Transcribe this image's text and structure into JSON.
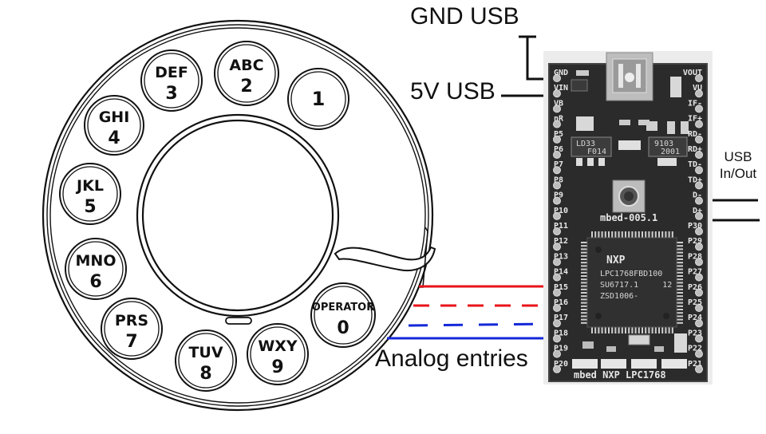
{
  "labels": {
    "gnd_usb": "GND USB",
    "v5_usb": "5V USB",
    "usb_inout": "USB\nIn/Out",
    "usb_line1": "USB",
    "usb_line2": "In/Out",
    "analog_entries": "Analog entries"
  },
  "dial": {
    "holes": [
      {
        "letters": "",
        "number": "1"
      },
      {
        "letters": "ABC",
        "number": "2"
      },
      {
        "letters": "DEF",
        "number": "3"
      },
      {
        "letters": "GHI",
        "number": "4"
      },
      {
        "letters": "JKL",
        "number": "5"
      },
      {
        "letters": "MNO",
        "number": "6"
      },
      {
        "letters": "PRS",
        "number": "7"
      },
      {
        "letters": "TUV",
        "number": "8"
      },
      {
        "letters": "WXY",
        "number": "9"
      },
      {
        "letters": "OPERATOR",
        "number": "0"
      }
    ]
  },
  "board": {
    "left_pins": [
      "GND",
      "VIN",
      "VB",
      "nR",
      "P5",
      "P6",
      "P7",
      "P8",
      "P9",
      "P10",
      "P11",
      "P12",
      "P13",
      "P14",
      "P15",
      "P16",
      "P17",
      "P18",
      "P19",
      "P20"
    ],
    "right_pins": [
      "VOUT",
      "VU",
      "IF-",
      "IF+",
      "RD-",
      "RD+",
      "TD-",
      "TD+",
      "D-",
      "D+",
      "P30",
      "P29",
      "P28",
      "P27",
      "P26",
      "P25",
      "P24",
      "P23",
      "P22",
      "P21"
    ],
    "board_label": "mbed-005.1",
    "bottom_label": "mbed NXP LPC1768",
    "chip_brand": "NXP",
    "chip_lines": [
      "LPC1768FBD100",
      "SU6717.1     12",
      "ZSD1006-"
    ],
    "regulator_left": "LD33",
    "regulator_left_sub": "F014",
    "regulator_right": "9103",
    "regulator_right_sub": "2001"
  },
  "wires": [
    {
      "name": "analog-wire-1",
      "color": "#e8141a",
      "style": "solid"
    },
    {
      "name": "analog-wire-2",
      "color": "#e8141a",
      "style": "dashed"
    },
    {
      "name": "analog-wire-3",
      "color": "#1428d8",
      "style": "dashed"
    },
    {
      "name": "analog-wire-4",
      "color": "#1428d8",
      "style": "solid"
    }
  ]
}
